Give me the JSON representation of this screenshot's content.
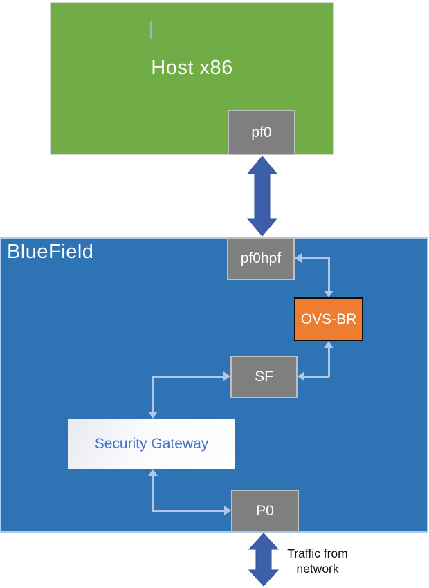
{
  "diagram": {
    "host": {
      "label": "Host x86"
    },
    "bluefield": {
      "label": "BlueField"
    },
    "nodes": {
      "pf0": "pf0",
      "pf0hpf": "pf0hpf",
      "ovs_br": "OVS-BR",
      "sf": "SF",
      "security_gateway": "Security Gateway",
      "p0": "P0"
    },
    "annotations": {
      "traffic_line1": "Traffic from",
      "traffic_line2": "network"
    },
    "colors": {
      "host_green": "#70AD47",
      "bluefield_blue": "#2E74B5",
      "node_gray": "#7F7F7F",
      "node_border_gray": "#BFBFBF",
      "ovs_orange": "#ED7D31",
      "ovs_border": "#0D0D0D",
      "big_arrow_fill": "#3D5FA9",
      "big_arrow_stroke": "#2F528F",
      "connector_light": "#B4C6E7",
      "gateway_text_blue": "#4472C4",
      "traffic_text": "#111111"
    }
  }
}
